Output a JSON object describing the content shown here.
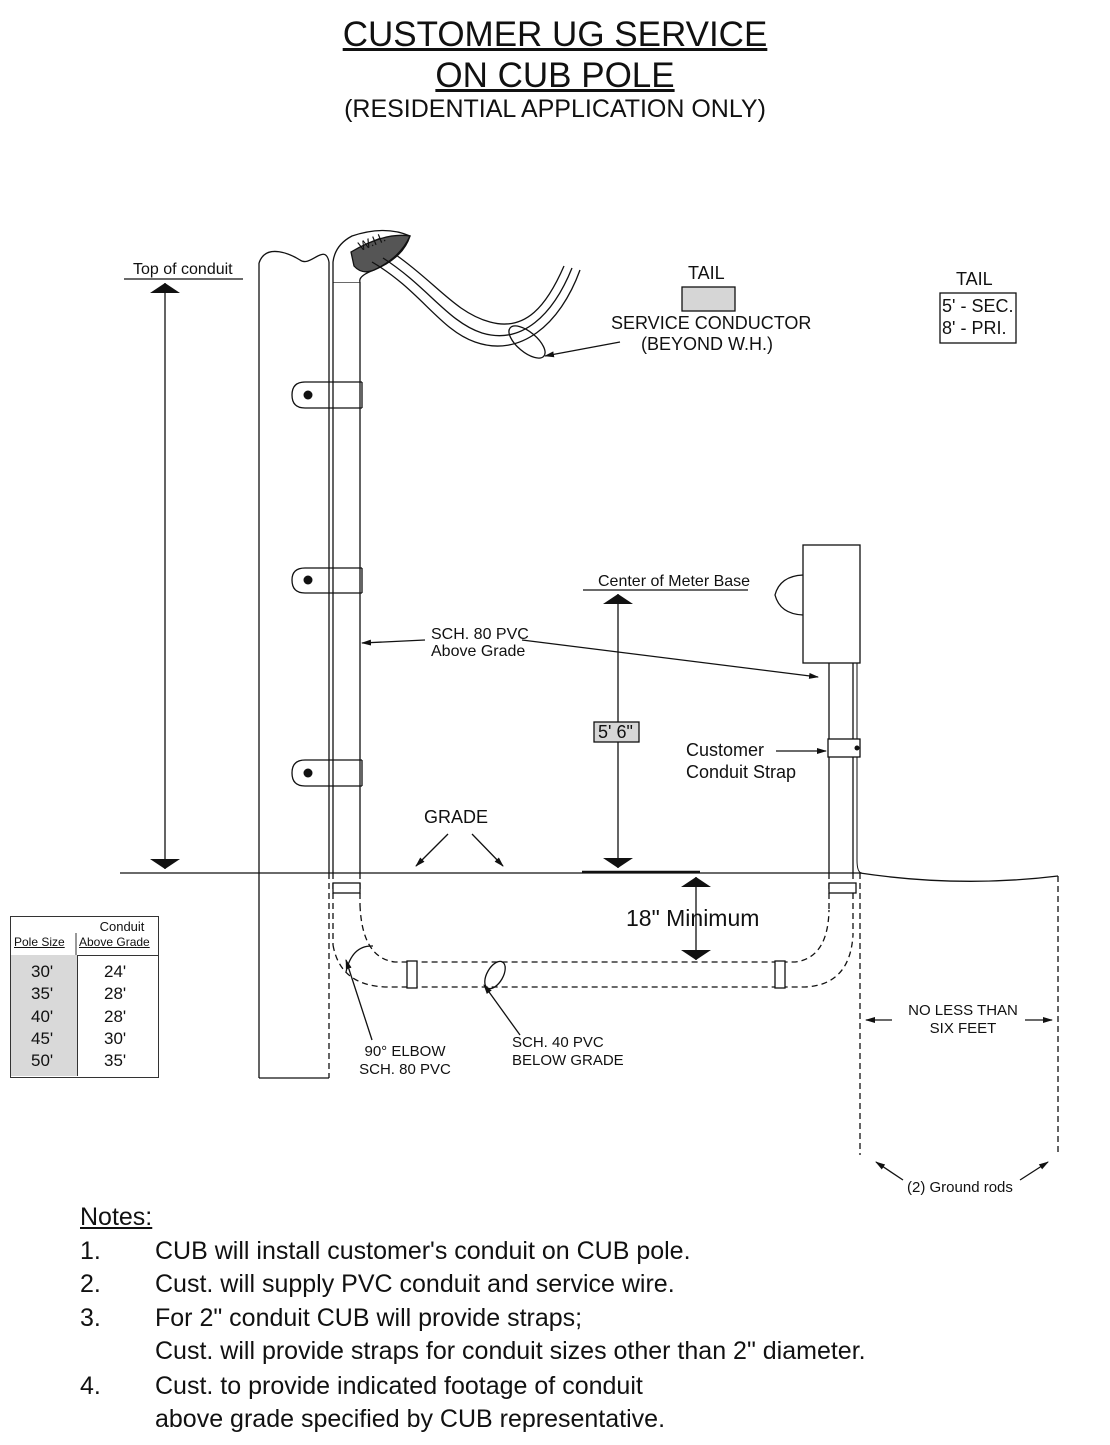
{
  "title_line1": "CUSTOMER UG SERVICE",
  "title_line2": "ON CUB POLE",
  "subtitle": "(RESIDENTIAL  APPLICATION ONLY)",
  "labels": {
    "top_of_conduit": "Top of conduit",
    "wh": "W.H.",
    "tail_heading": "TAIL",
    "service_conductor": "SERVICE CONDUCTOR",
    "beyond_wh": "(BEYOND W.H.)",
    "tail_box_heading": "TAIL",
    "tail_sec": "5' - SEC.",
    "tail_pri": "8' - PRI.",
    "center_meter_base": "Center of Meter Base",
    "sch80_line1": "SCH. 80 PVC",
    "sch80_line2": "Above Grade",
    "height_value": "5' 6\"",
    "customer_line1": "Customer",
    "customer_line2": "Conduit Strap",
    "grade": "GRADE",
    "minimum": "18\" Minimum",
    "no_less_line1": "NO LESS THAN",
    "no_less_line2": "SIX FEET",
    "elbow_line1": "90° ELBOW",
    "elbow_line2": "SCH. 80 PVC",
    "sch40_line1": "SCH. 40 PVC",
    "sch40_line2": "BELOW GRADE",
    "ground_rods": "(2) Ground rods"
  },
  "table": {
    "col1_header": "Pole Size",
    "col2_header_line1": "Conduit",
    "col2_header_line2": "Above Grade",
    "rows": [
      {
        "pole": "30'",
        "conduit": "24'"
      },
      {
        "pole": "35'",
        "conduit": "28'"
      },
      {
        "pole": "40'",
        "conduit": "28'"
      },
      {
        "pole": "45'",
        "conduit": "30'"
      },
      {
        "pole": "50'",
        "conduit": "35'"
      }
    ]
  },
  "notes": {
    "heading": "Notes:",
    "items": [
      {
        "num": "1.",
        "line1": "CUB will install customer's conduit on CUB pole.",
        "line2": ""
      },
      {
        "num": "2.",
        "line1": "Cust. will supply PVC conduit and service wire.",
        "line2": ""
      },
      {
        "num": "3.",
        "line1": "For 2\" conduit CUB will provide straps;",
        "line2": "Cust. will provide straps for conduit sizes other than 2\" diameter."
      },
      {
        "num": "4.",
        "line1": "Cust. to provide indicated  footage of conduit",
        "line2": "above grade specified by CUB representative."
      }
    ]
  }
}
